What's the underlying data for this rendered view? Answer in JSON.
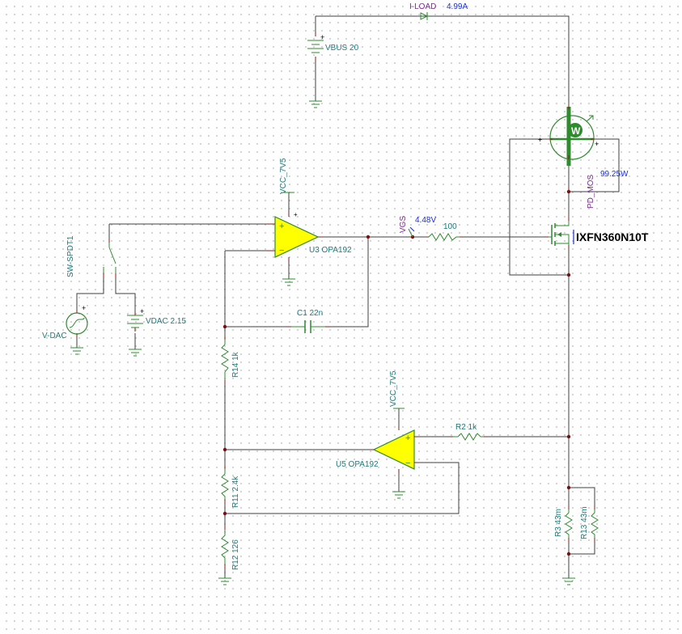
{
  "probe": {
    "name": "I-LOAD",
    "value": "4.99A"
  },
  "vbus": {
    "name": "VBUS 20"
  },
  "wattmeter": {
    "symbol": "W",
    "name": "PD_MOS",
    "value": "99.25W"
  },
  "mosfet": {
    "name": "IXFN360N10T"
  },
  "opamp_u3": {
    "name": "U3 OPA192",
    "supply": "VCC_7V5"
  },
  "opamp_u5": {
    "name": "U5 OPA192",
    "supply": "VCC_7V5"
  },
  "vgs": {
    "name": "VGS",
    "value": "4.48V"
  },
  "r_gate": {
    "name": "100"
  },
  "switch": {
    "name": "SW-SPDT1"
  },
  "vdac": {
    "name": "VDAC 2.15"
  },
  "vsource": {
    "name": "V-DAC"
  },
  "c1": {
    "name": "C1 22n"
  },
  "r14": {
    "name": "R14 1k"
  },
  "r2": {
    "name": "R2 1k"
  },
  "r11": {
    "name": "R11 2.4k"
  },
  "r12": {
    "name": "R12 126"
  },
  "r3": {
    "name": "R3 43m"
  },
  "r13": {
    "name": "R13 43m"
  },
  "colors": {
    "wire": "#3f3f3f",
    "component": "#2e8b2e",
    "opamp_fill": "#ffff00",
    "label": "#1f7a7a",
    "value": "#1a2fd6",
    "probe_label": "#7a2c8c"
  }
}
